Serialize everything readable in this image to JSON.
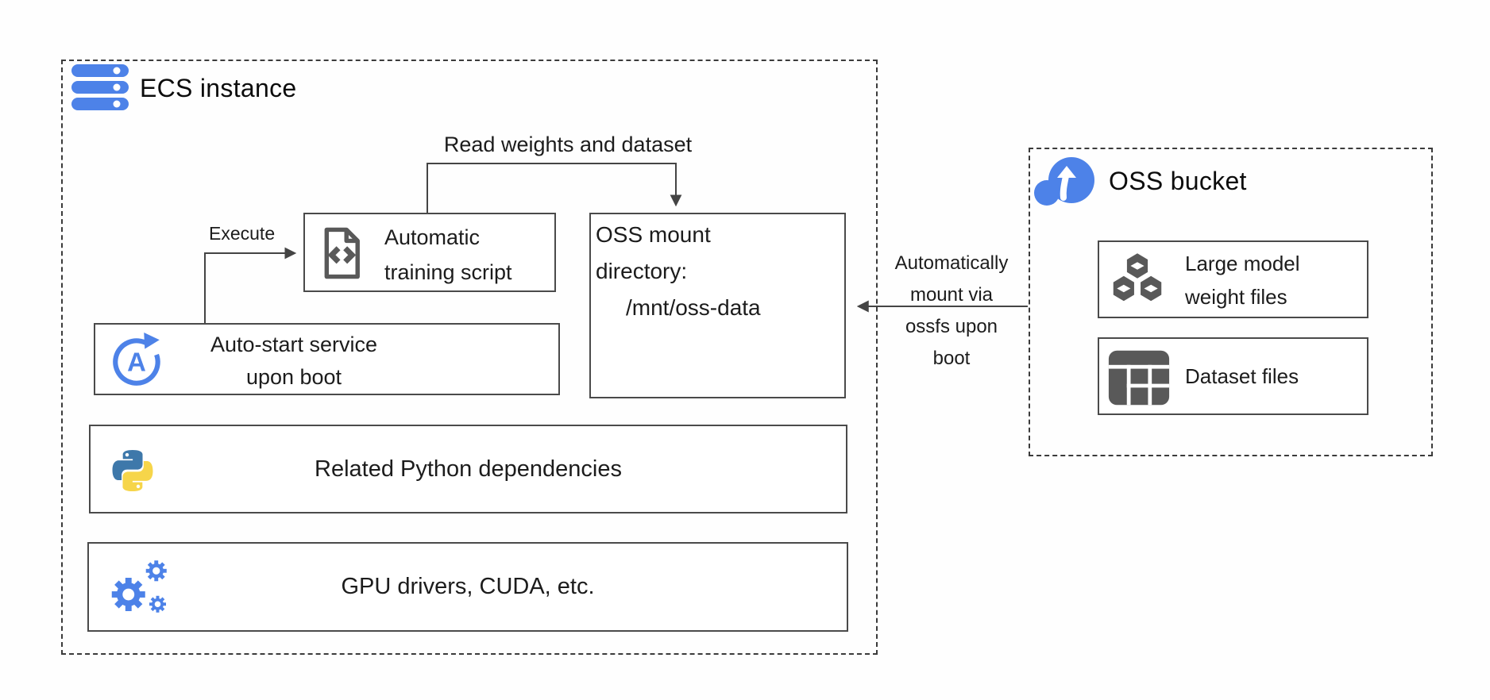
{
  "ecs": {
    "title": "ECS instance",
    "training_box": {
      "lines": [
        "Automatic",
        "training script"
      ]
    },
    "oss_mount_box": {
      "lines": [
        "OSS mount",
        "directory:",
        "/mnt/oss-data"
      ]
    },
    "autostart_box": {
      "lines": [
        "Auto-start service",
        "upon boot"
      ]
    },
    "python_box": {
      "label": "Related Python dependencies"
    },
    "gpu_box": {
      "label": "GPU drivers, CUDA, etc."
    }
  },
  "oss": {
    "title": "OSS bucket",
    "weights_box": {
      "lines": [
        "Large model",
        "weight files"
      ]
    },
    "dataset_box": {
      "label": "Dataset files"
    }
  },
  "connectors": {
    "read_label": "Read weights and dataset",
    "execute_label": "Execute",
    "mount_label_lines": [
      "Automatically",
      "mount via",
      "ossfs upon",
      "boot"
    ]
  },
  "icons": {
    "ecs_header": "server-stack-icon",
    "training": "code-file-icon",
    "autostart": "auto-restart-icon",
    "python": "python-logo-icon",
    "gpu": "gears-icon",
    "oss_header": "cloud-upload-icon",
    "weights": "cubes-icon",
    "dataset": "table-icon"
  },
  "colors": {
    "accent_blue": "#4d82e8",
    "icon_gray": "#595959",
    "line_dark": "#444444",
    "python_blue": "#3e78aa",
    "python_yellow": "#f6d54a",
    "border_solid": "#4a4a4a",
    "border_dashed": "#3b3b3b"
  }
}
